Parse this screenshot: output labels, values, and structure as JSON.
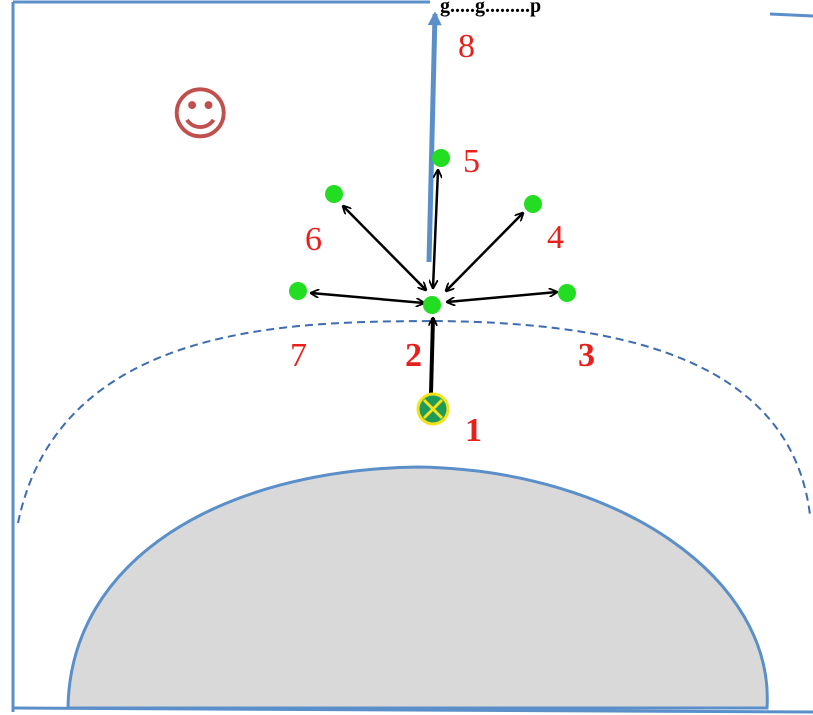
{
  "colors": {
    "frame": "#5b8fc9",
    "ground_fill": "#d9d9d9",
    "ground_stroke": "#5b8fc9",
    "horizon": "#3d6cb0",
    "node": "#22dd22",
    "arrow": "#000000",
    "label": "#e8201c",
    "smiley": "#c0504d",
    "start_fill": "#1e9b5b",
    "start_ring": "#f5e21b",
    "long_arrow": "#5b8fc9"
  },
  "header_fragment": "g.....g.........p",
  "smiley_glyph": "☺",
  "start_symbol": "⊗",
  "labels": {
    "l1": "1",
    "l2": "2",
    "l3": "3",
    "l4": "4",
    "l5": "5",
    "l6": "6",
    "l7": "7",
    "l8": "8"
  }
}
